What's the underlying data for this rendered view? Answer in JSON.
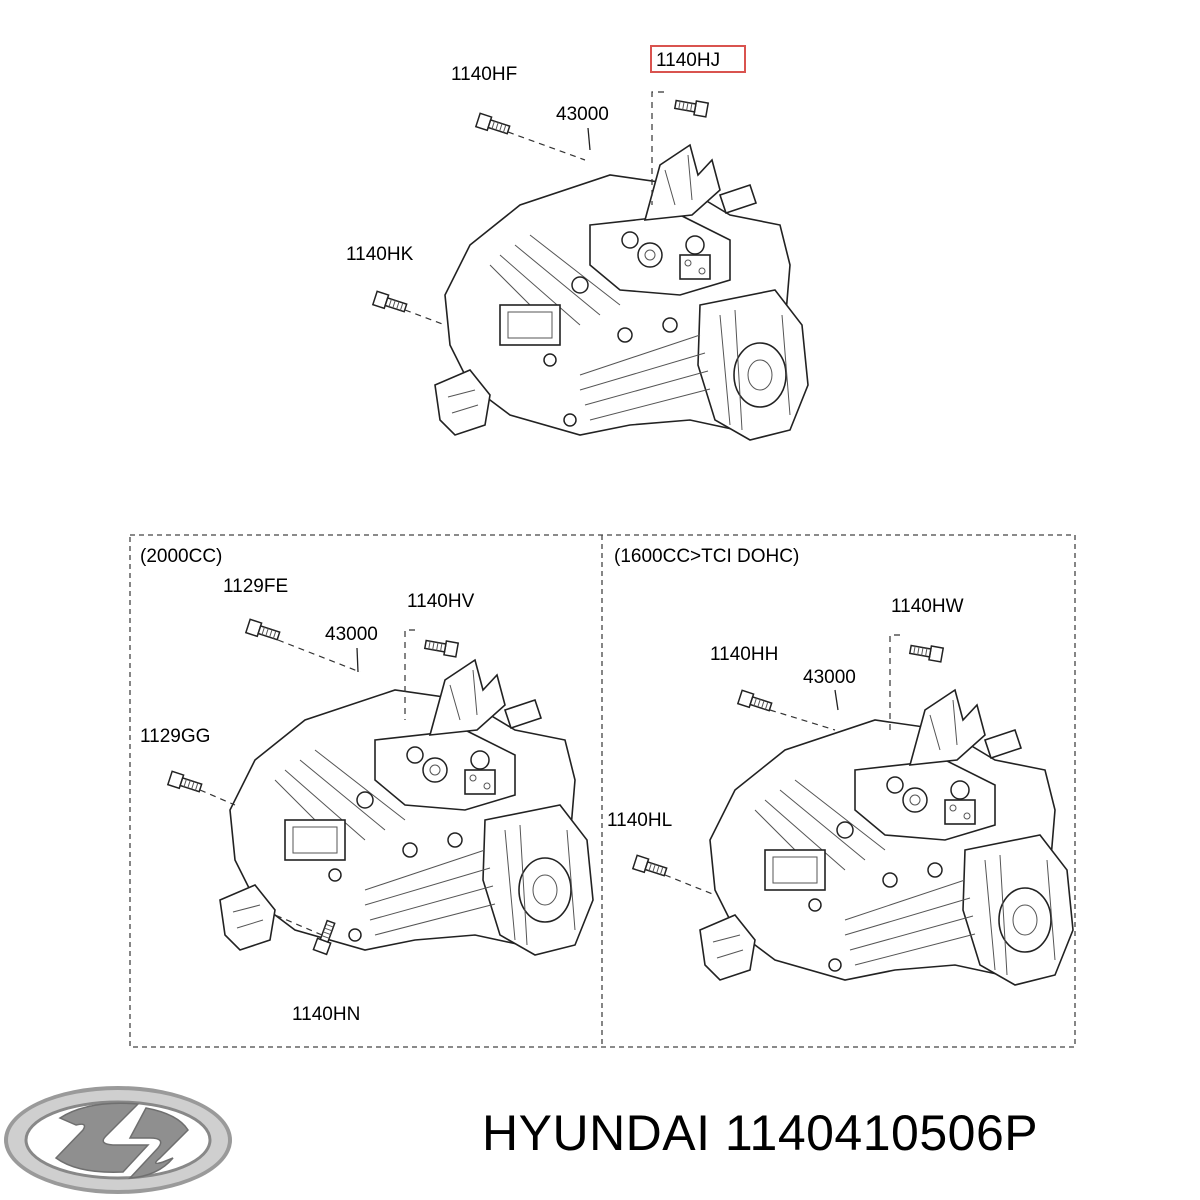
{
  "top_diagram": {
    "labels": {
      "hf": "1140HF",
      "hj": "1140HJ",
      "assembly": "43000",
      "hk": "1140HK"
    },
    "highlight_color": "#d9534f"
  },
  "panel_2000cc": {
    "caption": "(2000CC)",
    "labels": {
      "fe": "1129FE",
      "hv": "1140HV",
      "assembly": "43000",
      "gg": "1129GG",
      "hn": "1140HN"
    }
  },
  "panel_1600cc": {
    "caption": "(1600CC>TCI DOHC)",
    "labels": {
      "hw": "1140HW",
      "hh": "1140HH",
      "assembly": "43000",
      "hl": "1140HL"
    }
  },
  "footer": {
    "brand_logo": "hyundai-logo",
    "part_caption": "HYUNDAI 1140410506P"
  }
}
